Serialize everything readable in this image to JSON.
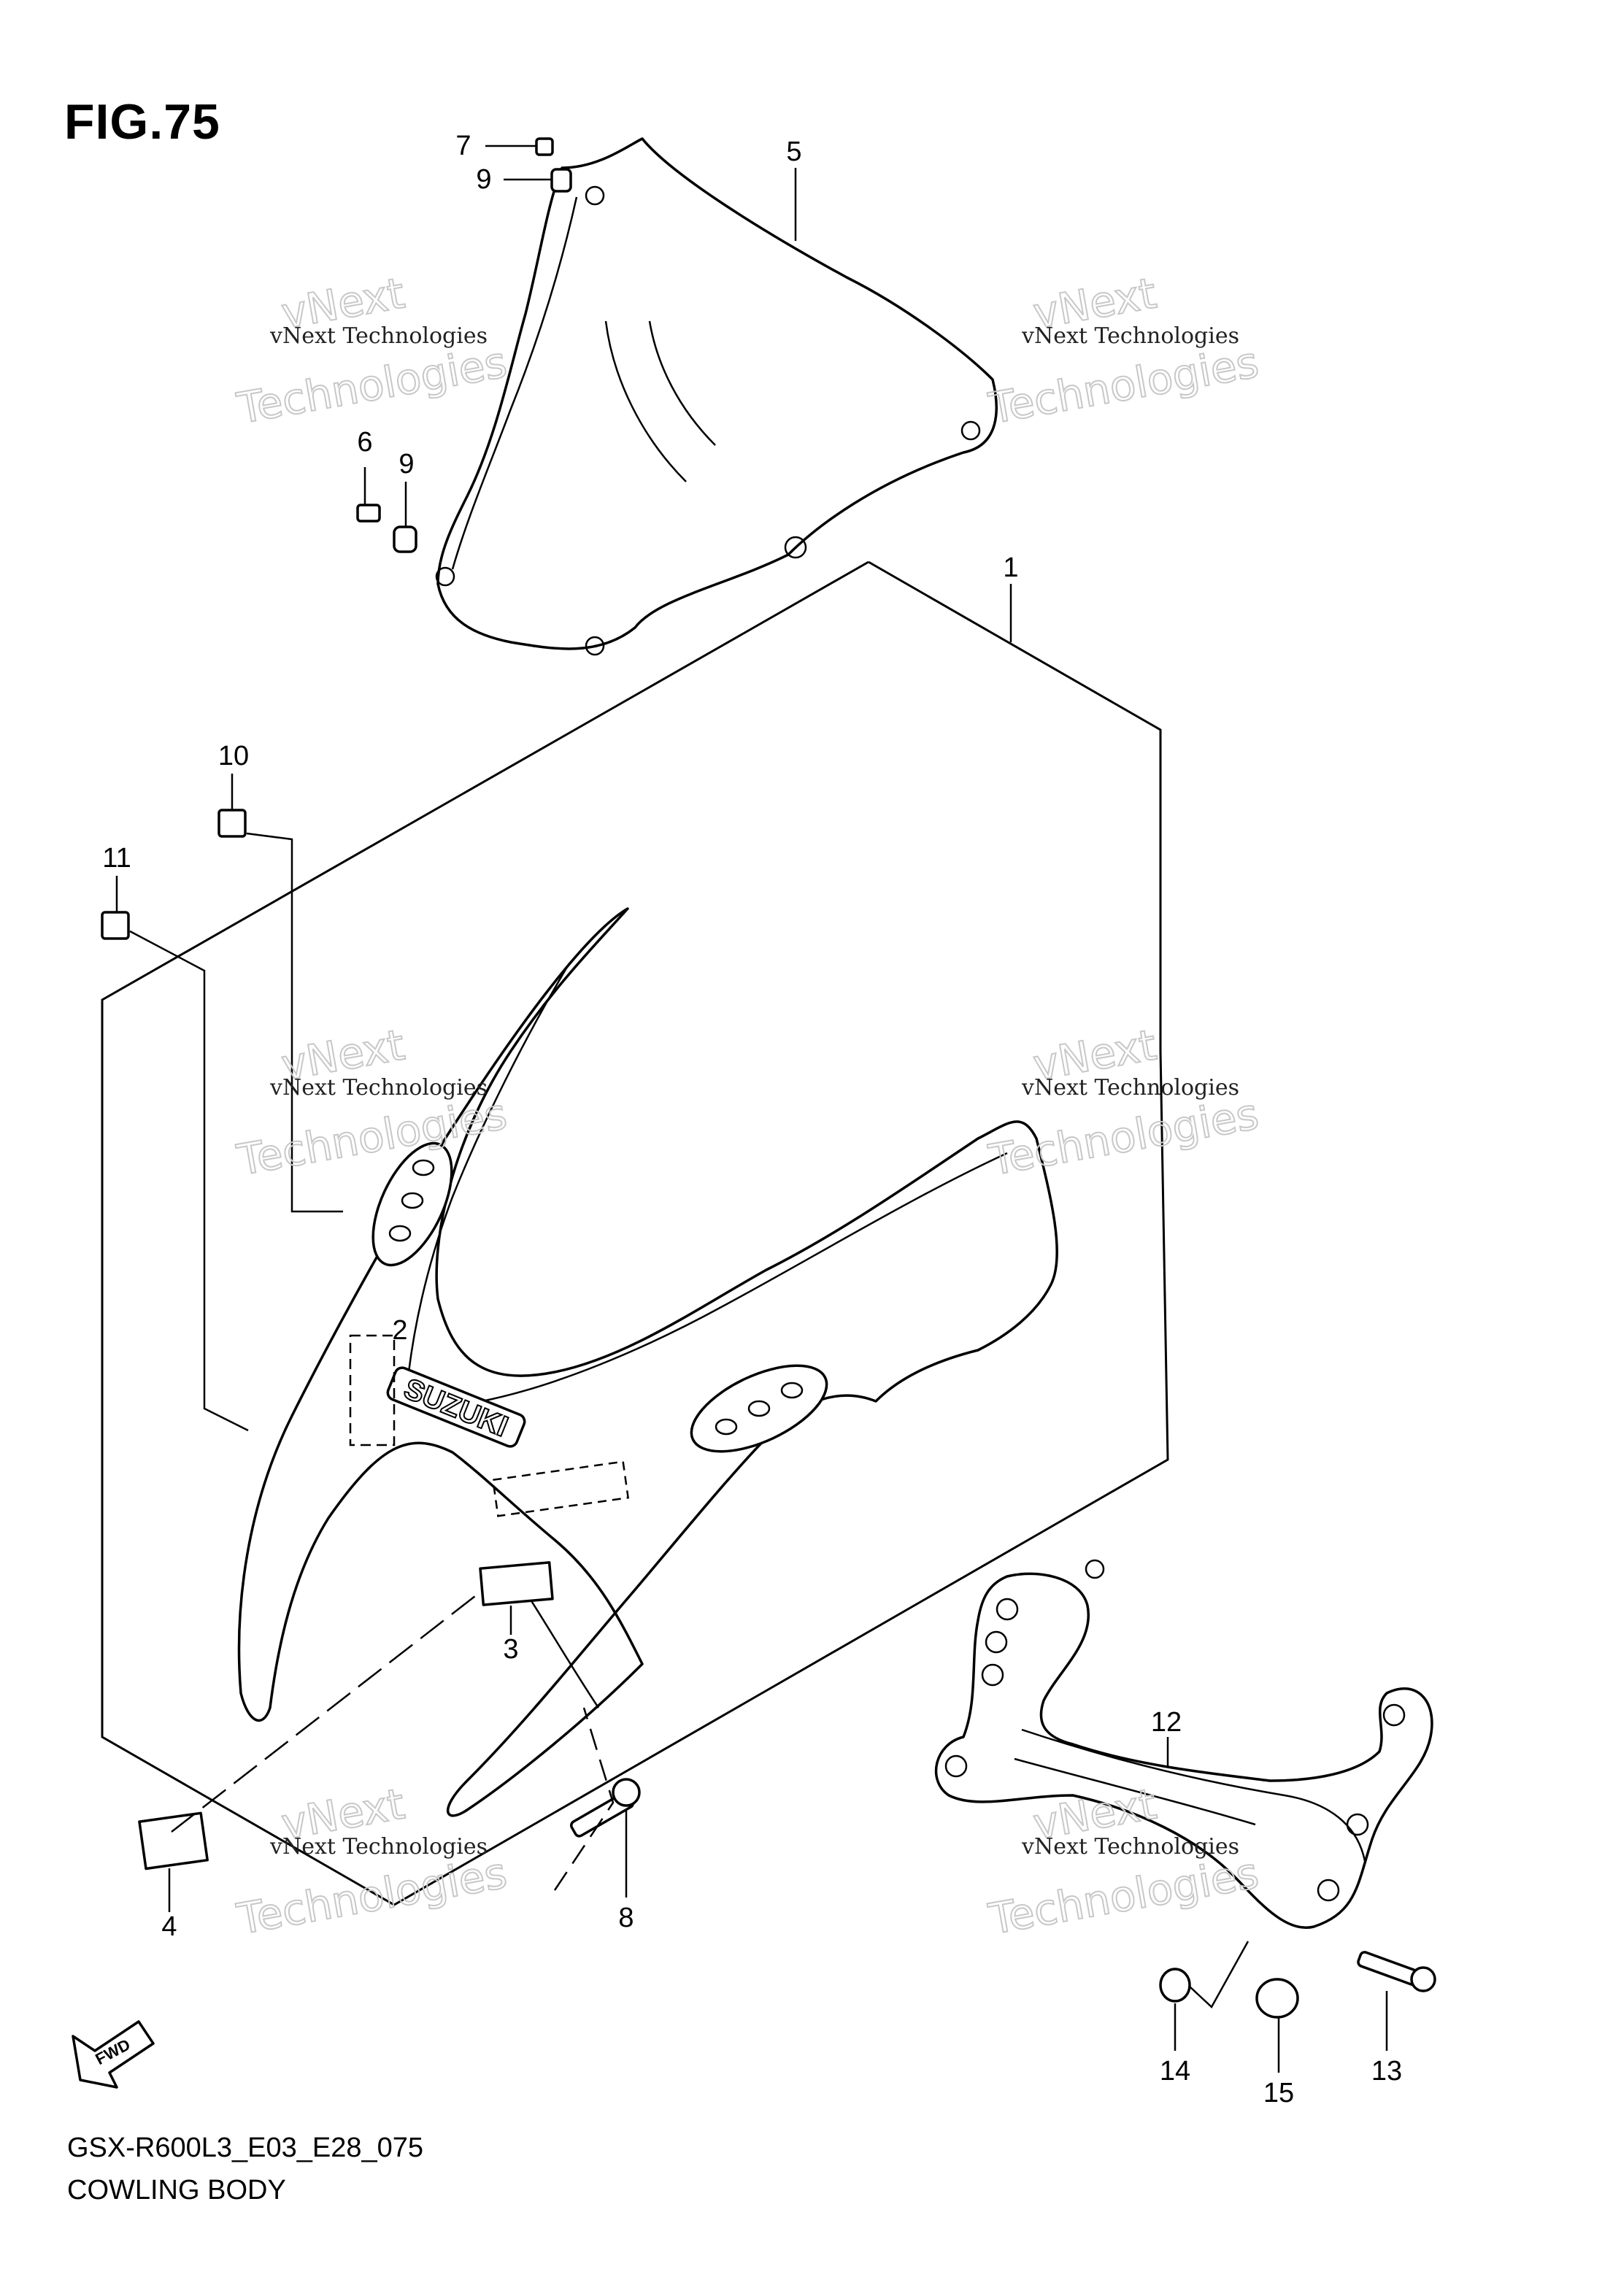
{
  "figure": {
    "title": "FIG.75"
  },
  "footer": {
    "code": "GSX-R600L3_E03_E28_075",
    "name": "COWLING BODY"
  },
  "callouts": {
    "c1": "1",
    "c2": "2",
    "c3": "3",
    "c4": "4",
    "c5": "5",
    "c6": "6",
    "c7": "7",
    "c8": "8",
    "c9a": "9",
    "c9b": "9",
    "c10": "10",
    "c11": "11",
    "c12": "12",
    "c13": "13",
    "c14": "14",
    "c15": "15"
  },
  "emblem": {
    "text": "SUZUKI"
  },
  "fwd_badge": {
    "text": "FWD"
  },
  "watermark": {
    "line1": "vNext Technologies",
    "line2": "vNext",
    "line3": "Technologies"
  }
}
